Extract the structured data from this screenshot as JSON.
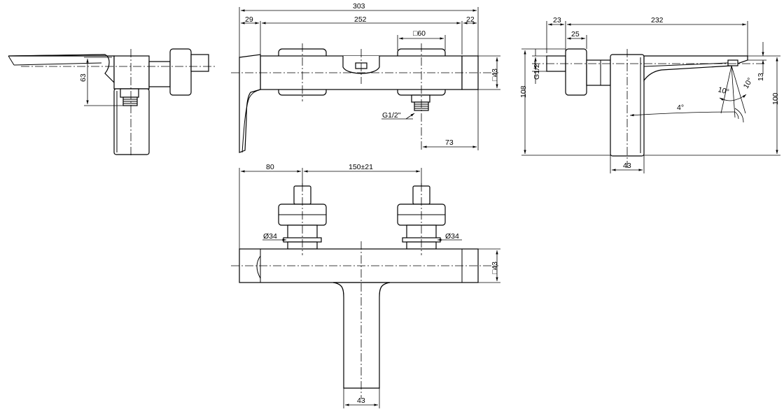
{
  "top_view": {
    "dims": {
      "overall": "303",
      "left": "29",
      "middle": "252",
      "right": "22",
      "square_body": "□60",
      "square_end": "□43",
      "thread": "G1/2\"",
      "outlet_offset": "73"
    }
  },
  "left_view": {
    "dims": {
      "height": "63"
    }
  },
  "right_view": {
    "dims": {
      "d23": "23",
      "d25": "25",
      "d232": "232",
      "d108": "108",
      "d100": "100",
      "d13": "13",
      "d43": "43",
      "thread": "G1/2\"",
      "angle_10a": "10°",
      "angle_10b": "10°",
      "angle_4": "4°"
    }
  },
  "front_view": {
    "dims": {
      "d80": "80",
      "spacing": "150±21",
      "dia_left": "Ø34",
      "dia_right": "Ø34",
      "square_end": "□43",
      "outlet_width": "43"
    }
  }
}
